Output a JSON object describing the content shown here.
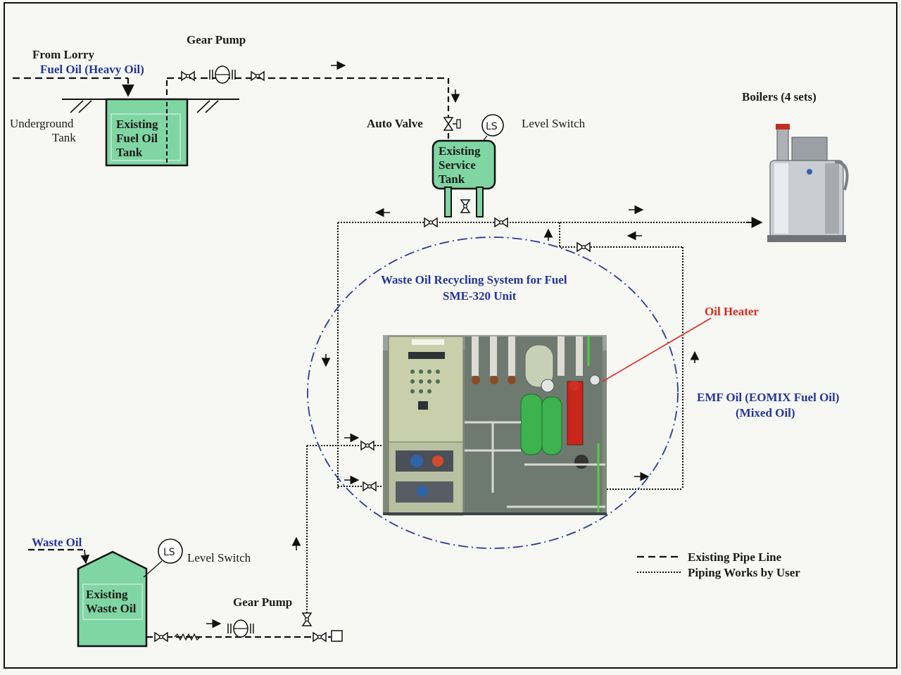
{
  "labels": {
    "from_lorry": "From Lorry",
    "fuel_oil_heavy": "Fuel Oil (Heavy Oil)",
    "gear_pump_top": "Gear Pump",
    "underground_tank_line1": "Underground",
    "underground_tank_line2": "Tank",
    "fuel_tank_line1": "Existing",
    "fuel_tank_line2": "Fuel Oil",
    "fuel_tank_line3": "Tank",
    "auto_valve": "Auto Valve",
    "ls_top": "LS",
    "level_switch_top": "Level Switch",
    "service_tank_line1": "Existing",
    "service_tank_line2": "Service",
    "service_tank_line3": "Tank",
    "boilers": "Boilers (4 sets)",
    "system_title_line1": "Waste Oil Recycling System for Fuel",
    "system_title_line2": "SME-320 Unit",
    "oil_heater": "Oil Heater",
    "emf_line1": "EMF Oil (EOMIX Fuel Oil)",
    "emf_line2": "(Mixed Oil)",
    "waste_oil": "Waste Oil",
    "ls_bottom": "LS",
    "level_switch_bottom": "Level Switch",
    "waste_tank_line1": "Existing",
    "waste_tank_line2": "Waste Oil",
    "gear_pump_bottom": "Gear Pump"
  },
  "legend": {
    "existing": "Existing Pipe Line",
    "user": "Piping Works by User"
  },
  "colors": {
    "tank_fill": "#7fd6a3",
    "text_blue": "#23359a",
    "heater_red": "#e02a1c",
    "ring_blue": "#2a3a9a"
  }
}
